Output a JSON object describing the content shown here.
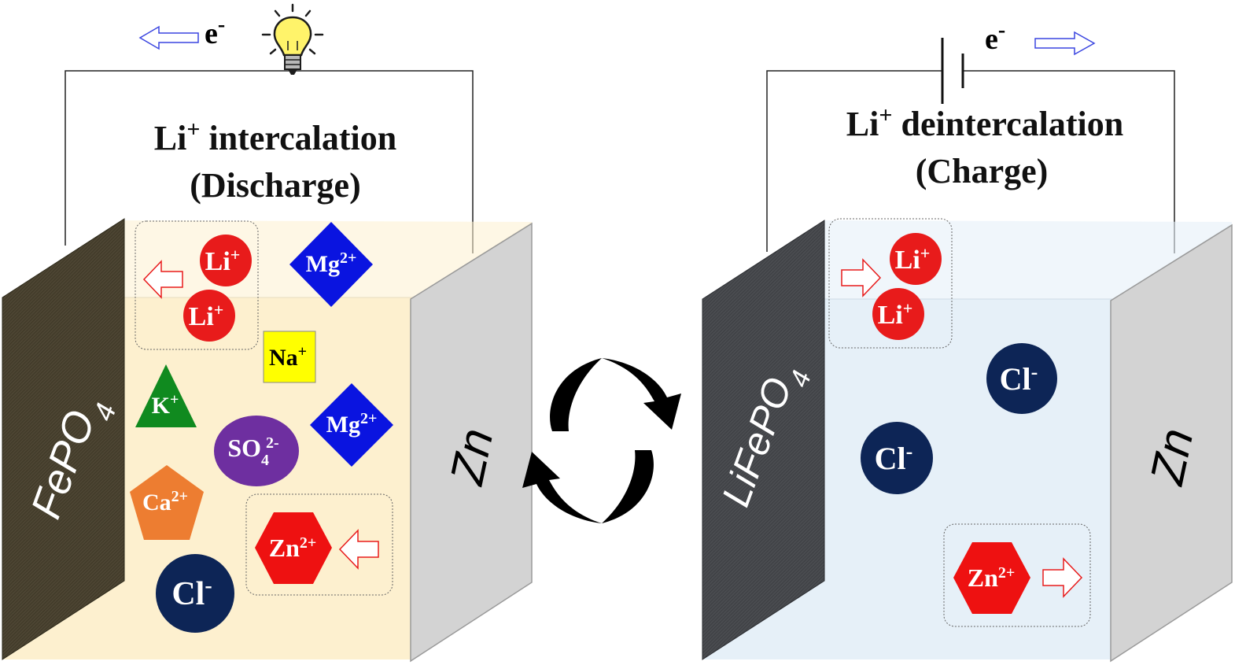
{
  "colors": {
    "electrolyte_left": "#fdf0cf",
    "electrolyte_right": "#e6f0f8",
    "li": "#e81b1b",
    "mg": "#0a14e0",
    "na": "#ffff00",
    "k": "#108a1f",
    "so4": "#6e2fa0",
    "ca": "#ed7d31",
    "zn_ion": "#ee1111",
    "cl": "#0d2556",
    "arrow_outline": "#e81b1b",
    "electron_arrow": "#3a45e0"
  },
  "icons": {
    "bulb": "light-bulb-icon",
    "battery": "battery-symbol-icon",
    "cycle": "cycle-arrows-icon"
  },
  "discharge": {
    "electron": {
      "base": "e",
      "sup": "-"
    },
    "title_sup": "+",
    "title_line2": "(Discharge)",
    "cathode_sub": "4",
    "anode": "Zn",
    "ions": {
      "li_1": {
        "base": "Li",
        "sup": "+"
      },
      "li_2": {
        "base": "Li",
        "sup": "+"
      },
      "mg_1": {
        "base": "Mg",
        "sup": "2+"
      },
      "mg_2": {
        "base": "Mg",
        "sup": "2+"
      },
      "na": {
        "base": "Na",
        "sup": "+"
      },
      "k": {
        "base": "K",
        "sup": "+"
      },
      "so4": {
        "base": "SO",
        "sub": "4",
        "sup": "2-"
      },
      "ca": {
        "base": "Ca",
        "sup": "2+"
      },
      "zn": {
        "base": "Zn",
        "sup": "2+"
      },
      "cl": {
        "base": "Cl",
        "sup": "-"
      }
    }
  },
  "charge": {
    "electron": {
      "base": "e",
      "sup": "-"
    },
    "title_sup": "+",
    "title_line2": "(Charge)",
    "cathode_sub": "4",
    "anode": "Zn",
    "ions": {
      "li_1": {
        "base": "Li",
        "sup": "+"
      },
      "li_2": {
        "base": "Li",
        "sup": "+"
      },
      "cl_1": {
        "base": "Cl",
        "sup": "-"
      },
      "cl_2": {
        "base": "Cl",
        "sup": "-"
      },
      "zn": {
        "base": "Zn",
        "sup": "2+"
      }
    }
  }
}
